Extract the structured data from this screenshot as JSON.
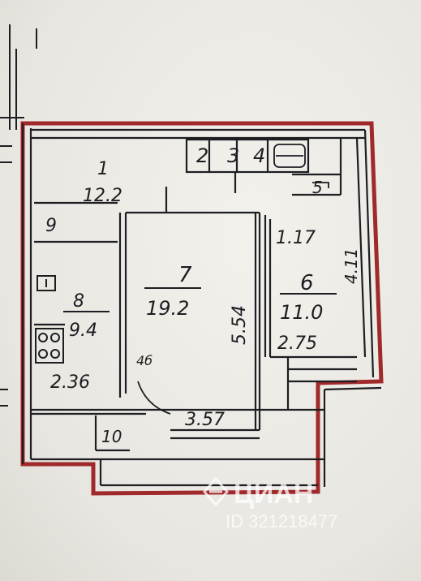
{
  "colors": {
    "outer_wall": "#a0292b",
    "ink": "#1d1d22",
    "paper": "#ecebe6",
    "watermark": "#ffffff"
  },
  "rooms": [
    {
      "number": "1",
      "area": "12.2"
    },
    {
      "number": "2",
      "area": ""
    },
    {
      "number": "3",
      "area": ""
    },
    {
      "number": "4",
      "area": ""
    },
    {
      "number": "5",
      "area": ""
    },
    {
      "number": "6",
      "area": "11.0"
    },
    {
      "number": "7",
      "area": "19.2"
    },
    {
      "number": "8",
      "area": "9.4"
    },
    {
      "number": "9",
      "area": ""
    },
    {
      "number": "10",
      "area": ""
    }
  ],
  "dimensions": {
    "kitchen_width": "2.36",
    "room7_width": "3.57",
    "room7_depth": "5.54",
    "room6_width": "2.75",
    "room6_top": "1.17",
    "room6_side": "4.11",
    "door_mark": "4б"
  },
  "watermark": {
    "brand": "ЦИАН",
    "id": "ID 321218477"
  },
  "icons": [
    "cian-logo-icon"
  ]
}
